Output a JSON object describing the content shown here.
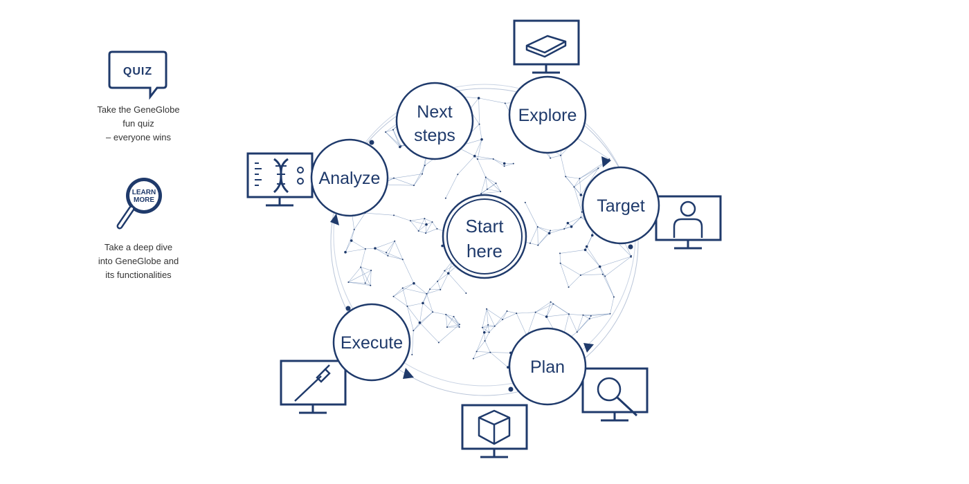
{
  "sidebar": {
    "quiz": {
      "icon_text": "QUIZ",
      "text": "Take the GeneGlobe\nfun quiz\n– everyone wins"
    },
    "learn": {
      "icon_text_line1": "LEARN",
      "icon_text_line2": "MORE",
      "text": "Take a deep dive\ninto GeneGlobe and\nits functionalities"
    }
  },
  "diagram": {
    "center": {
      "line1": "Start",
      "line2": "here"
    },
    "steps": [
      {
        "key": "next",
        "line1": "Next",
        "line2": "steps",
        "icon": ""
      },
      {
        "key": "explore",
        "line1": "Explore",
        "line2": "",
        "icon": "book-monitor-icon"
      },
      {
        "key": "target",
        "line1": "Target",
        "line2": "",
        "icon": "person-monitor-icon"
      },
      {
        "key": "plan",
        "line1": "Plan",
        "line2": "",
        "icon": "magnifier-monitor-icon"
      },
      {
        "key": "execute",
        "line1": "Execute",
        "line2": "",
        "icon": "pipette-monitor-icon"
      },
      {
        "key": "analyze",
        "line1": "Analyze",
        "line2": "",
        "icon": "dna-monitor-icon"
      }
    ],
    "extra_icons": [
      "cube-monitor-icon"
    ],
    "colors": {
      "primary": "#1f3a6b",
      "network": "#4a6fa5"
    }
  }
}
